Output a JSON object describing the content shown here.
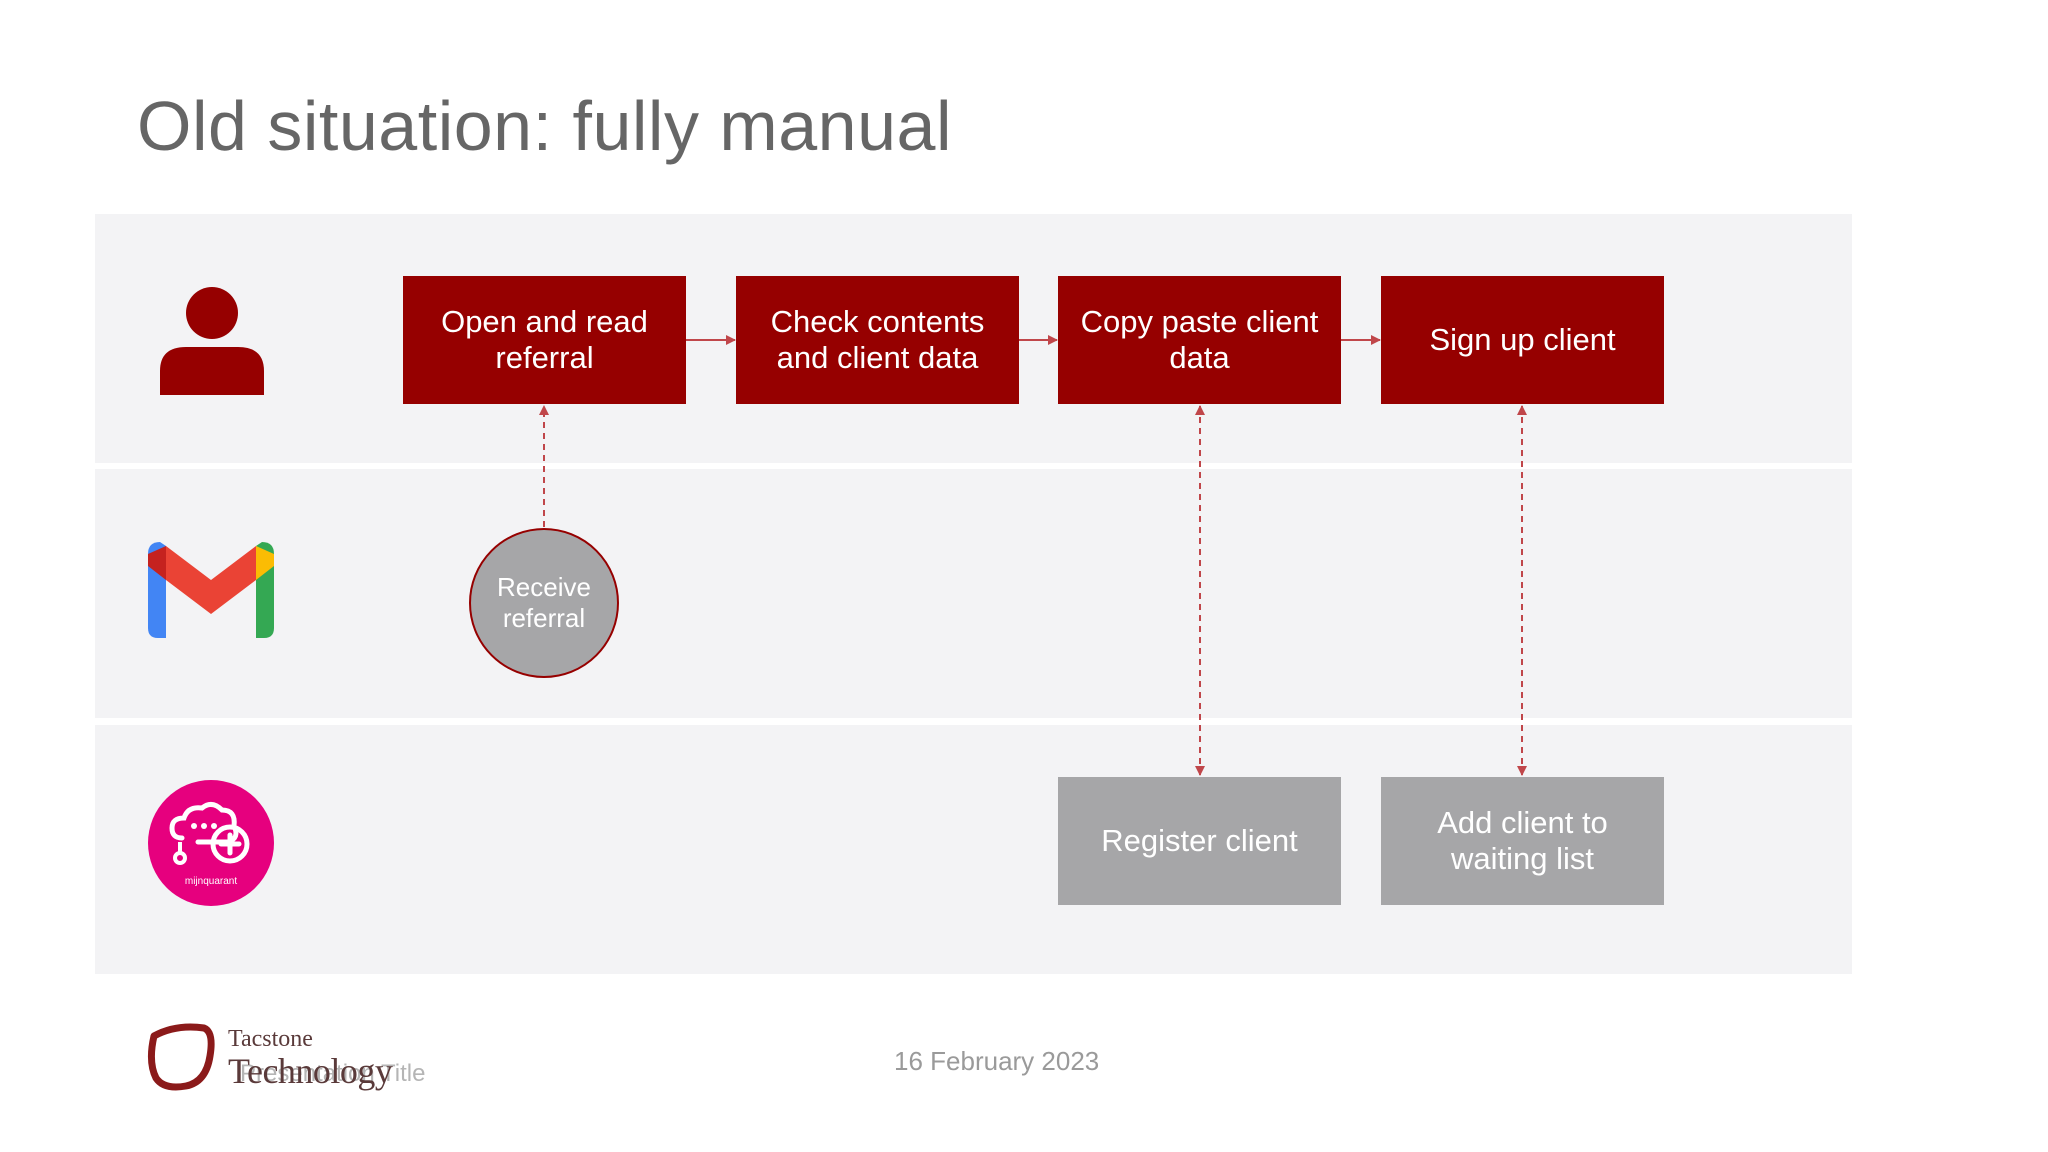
{
  "slide": {
    "title": "Old situation: fully manual"
  },
  "lanes": {
    "user": {
      "icon": "person-icon"
    },
    "email": {
      "icon": "gmail-icon"
    },
    "app": {
      "icon": "mijnquarant-icon",
      "logo_text": "mijnquarant"
    }
  },
  "steps": {
    "open_read": "Open and read referral",
    "check": "Check contents and client data",
    "copy_paste": "Copy paste client data",
    "sign_up": "Sign up client",
    "receive": "Receive referral",
    "register": "Register client",
    "waiting_list": "Add client to waiting list"
  },
  "colors": {
    "primary_red": "#960000",
    "step_grey": "#a6a6a8",
    "lane_bg": "#f3f3f5"
  },
  "footer": {
    "date": "16 February 2023",
    "presentation_title": "Presentation Title",
    "logo_top": "Tacstone",
    "logo_bottom": "Technology"
  }
}
